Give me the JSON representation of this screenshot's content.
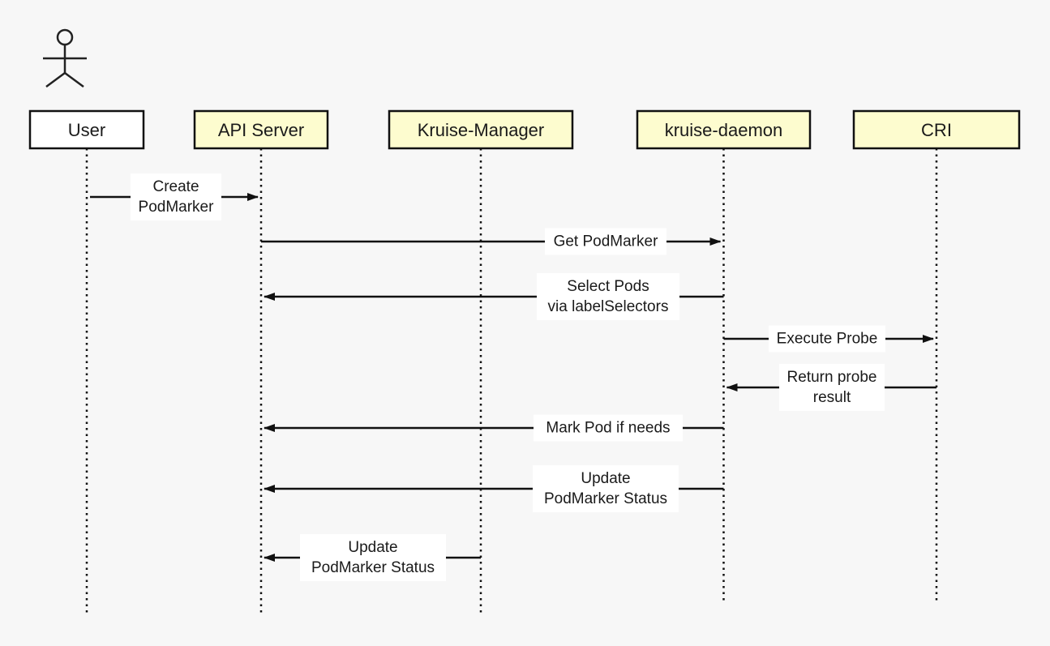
{
  "participants": [
    {
      "id": "user",
      "label": "User",
      "fill": "#ffffff",
      "border": "#111111"
    },
    {
      "id": "api",
      "label": "API Server",
      "fill": "#fdfccf",
      "border": "#111111"
    },
    {
      "id": "manager",
      "label": "Kruise-Manager",
      "fill": "#fdfccf",
      "border": "#111111"
    },
    {
      "id": "daemon",
      "label": "kruise-daemon",
      "fill": "#fdfccf",
      "border": "#111111"
    },
    {
      "id": "cri",
      "label": "CRI",
      "fill": "#fdfccf",
      "border": "#111111"
    }
  ],
  "actor": {
    "icon": "stick-figure-actor-icon"
  },
  "messages": [
    {
      "from": "user",
      "to": "api",
      "lines": [
        "Create",
        "PodMarker"
      ]
    },
    {
      "from": "api",
      "to": "daemon",
      "lines": [
        "Get PodMarker"
      ]
    },
    {
      "from": "daemon",
      "to": "api",
      "lines": [
        "Select Pods",
        "via labelSelectors"
      ]
    },
    {
      "from": "daemon",
      "to": "cri",
      "lines": [
        "Execute Probe"
      ]
    },
    {
      "from": "cri",
      "to": "daemon",
      "lines": [
        "Return probe",
        "result"
      ]
    },
    {
      "from": "daemon",
      "to": "api",
      "lines": [
        "Mark Pod if needs"
      ]
    },
    {
      "from": "daemon",
      "to": "api",
      "lines": [
        "Update",
        "PodMarker Status"
      ]
    },
    {
      "from": "manager",
      "to": "api",
      "lines": [
        "Update",
        "PodMarker Status"
      ]
    }
  ],
  "colors": {
    "background": "#f7f7f7",
    "line": "#111111",
    "label_bg": "#ffffff"
  }
}
